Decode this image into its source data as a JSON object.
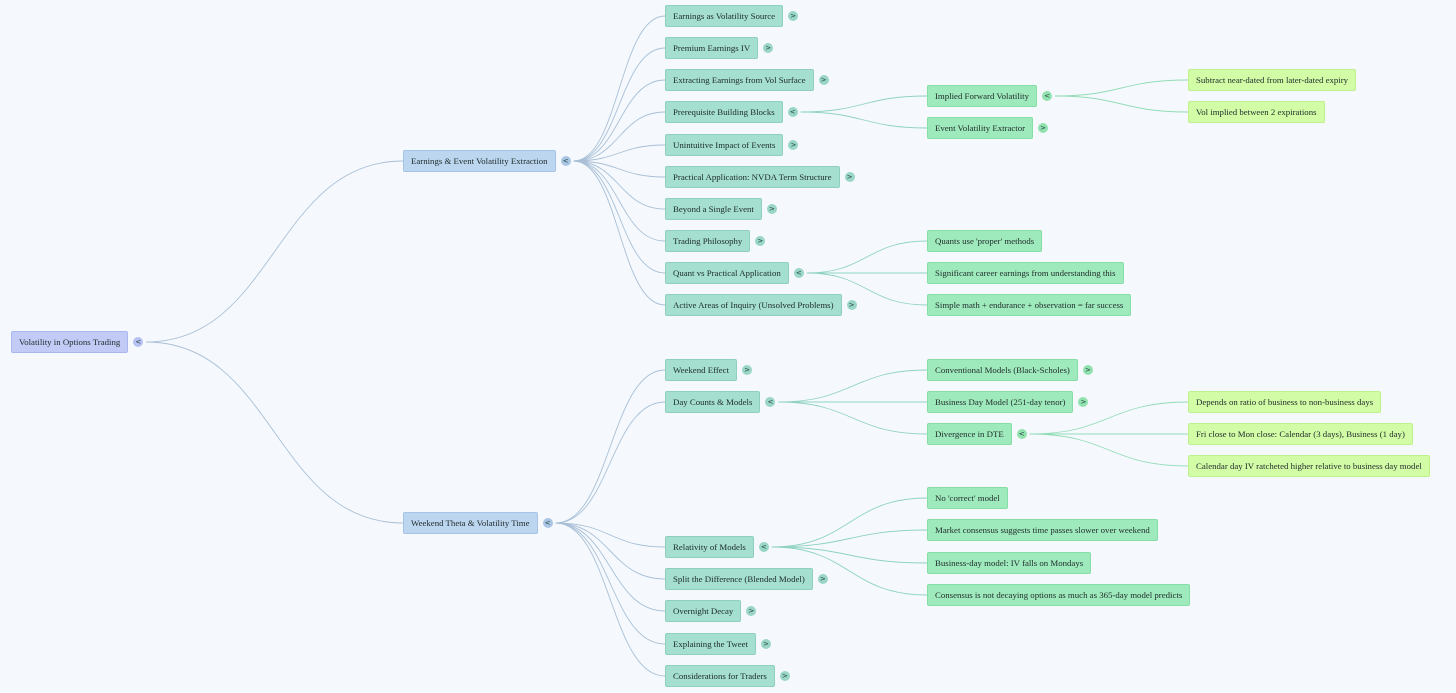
{
  "colors": {
    "root": "#c2cbf6",
    "level1": "#bcd6ef",
    "level2": "#a4dfcf",
    "level3": "#9feabc",
    "level4": "#d2fca6",
    "link1": "#a9bfd6",
    "link2": "#8fd2c2",
    "link3": "#92dcb5"
  },
  "mindmap": {
    "label": "Volatility in Options Trading",
    "toggle": "<",
    "children": [
      {
        "label": "Earnings & Event Volatility Extraction",
        "toggle": "<",
        "children": [
          {
            "label": "Earnings as Volatility Source",
            "toggle": ">"
          },
          {
            "label": "Premium Earnings IV",
            "toggle": ">"
          },
          {
            "label": "Extracting Earnings from Vol Surface",
            "toggle": ">"
          },
          {
            "label": "Prerequisite Building Blocks",
            "toggle": "<",
            "children": [
              {
                "label": "Implied Forward Volatility",
                "toggle": "<",
                "children": [
                  {
                    "label": "Subtract near-dated from later-dated expiry"
                  },
                  {
                    "label": "Vol implied between 2 expirations"
                  }
                ]
              },
              {
                "label": "Event Volatility Extractor",
                "toggle": ">"
              }
            ]
          },
          {
            "label": "Unintuitive Impact of Events",
            "toggle": ">"
          },
          {
            "label": "Practical Application: NVDA Term Structure",
            "toggle": ">"
          },
          {
            "label": "Beyond a Single Event",
            "toggle": ">"
          },
          {
            "label": "Trading Philosophy",
            "toggle": ">"
          },
          {
            "label": "Quant vs Practical Application",
            "toggle": "<",
            "children": [
              {
                "label": "Quants use 'proper' methods"
              },
              {
                "label": "Significant career earnings from understanding this"
              },
              {
                "label": "Simple math + endurance + observation = far success"
              }
            ]
          },
          {
            "label": "Active Areas of Inquiry (Unsolved Problems)",
            "toggle": ">"
          }
        ]
      },
      {
        "label": "Weekend Theta & Volatility Time",
        "toggle": "<",
        "children": [
          {
            "label": "Weekend Effect",
            "toggle": ">"
          },
          {
            "label": "Day Counts & Models",
            "toggle": "<",
            "children": [
              {
                "label": "Conventional Models (Black-Scholes)",
                "toggle": ">"
              },
              {
                "label": "Business Day Model (251-day tenor)",
                "toggle": ">"
              },
              {
                "label": "Divergence in DTE",
                "toggle": "<",
                "children": [
                  {
                    "label": "Depends on ratio of business to non-business days"
                  },
                  {
                    "label": "Fri close to Mon close: Calendar (3 days), Business (1 day)"
                  },
                  {
                    "label": "Calendar day IV ratcheted higher relative to business day model"
                  }
                ]
              }
            ]
          },
          {
            "label": "Relativity of Models",
            "toggle": "<",
            "children": [
              {
                "label": "No 'correct' model"
              },
              {
                "label": "Market consensus suggests time passes slower over weekend"
              },
              {
                "label": "Business-day model: IV falls on Mondays"
              },
              {
                "label": "Consensus is not decaying options as much as 365-day model predicts"
              }
            ]
          },
          {
            "label": "Split the Difference (Blended Model)",
            "toggle": ">"
          },
          {
            "label": "Overnight Decay",
            "toggle": ">"
          },
          {
            "label": "Explaining the Tweet",
            "toggle": ">"
          },
          {
            "label": "Considerations for Traders",
            "toggle": ">"
          }
        ]
      }
    ]
  }
}
